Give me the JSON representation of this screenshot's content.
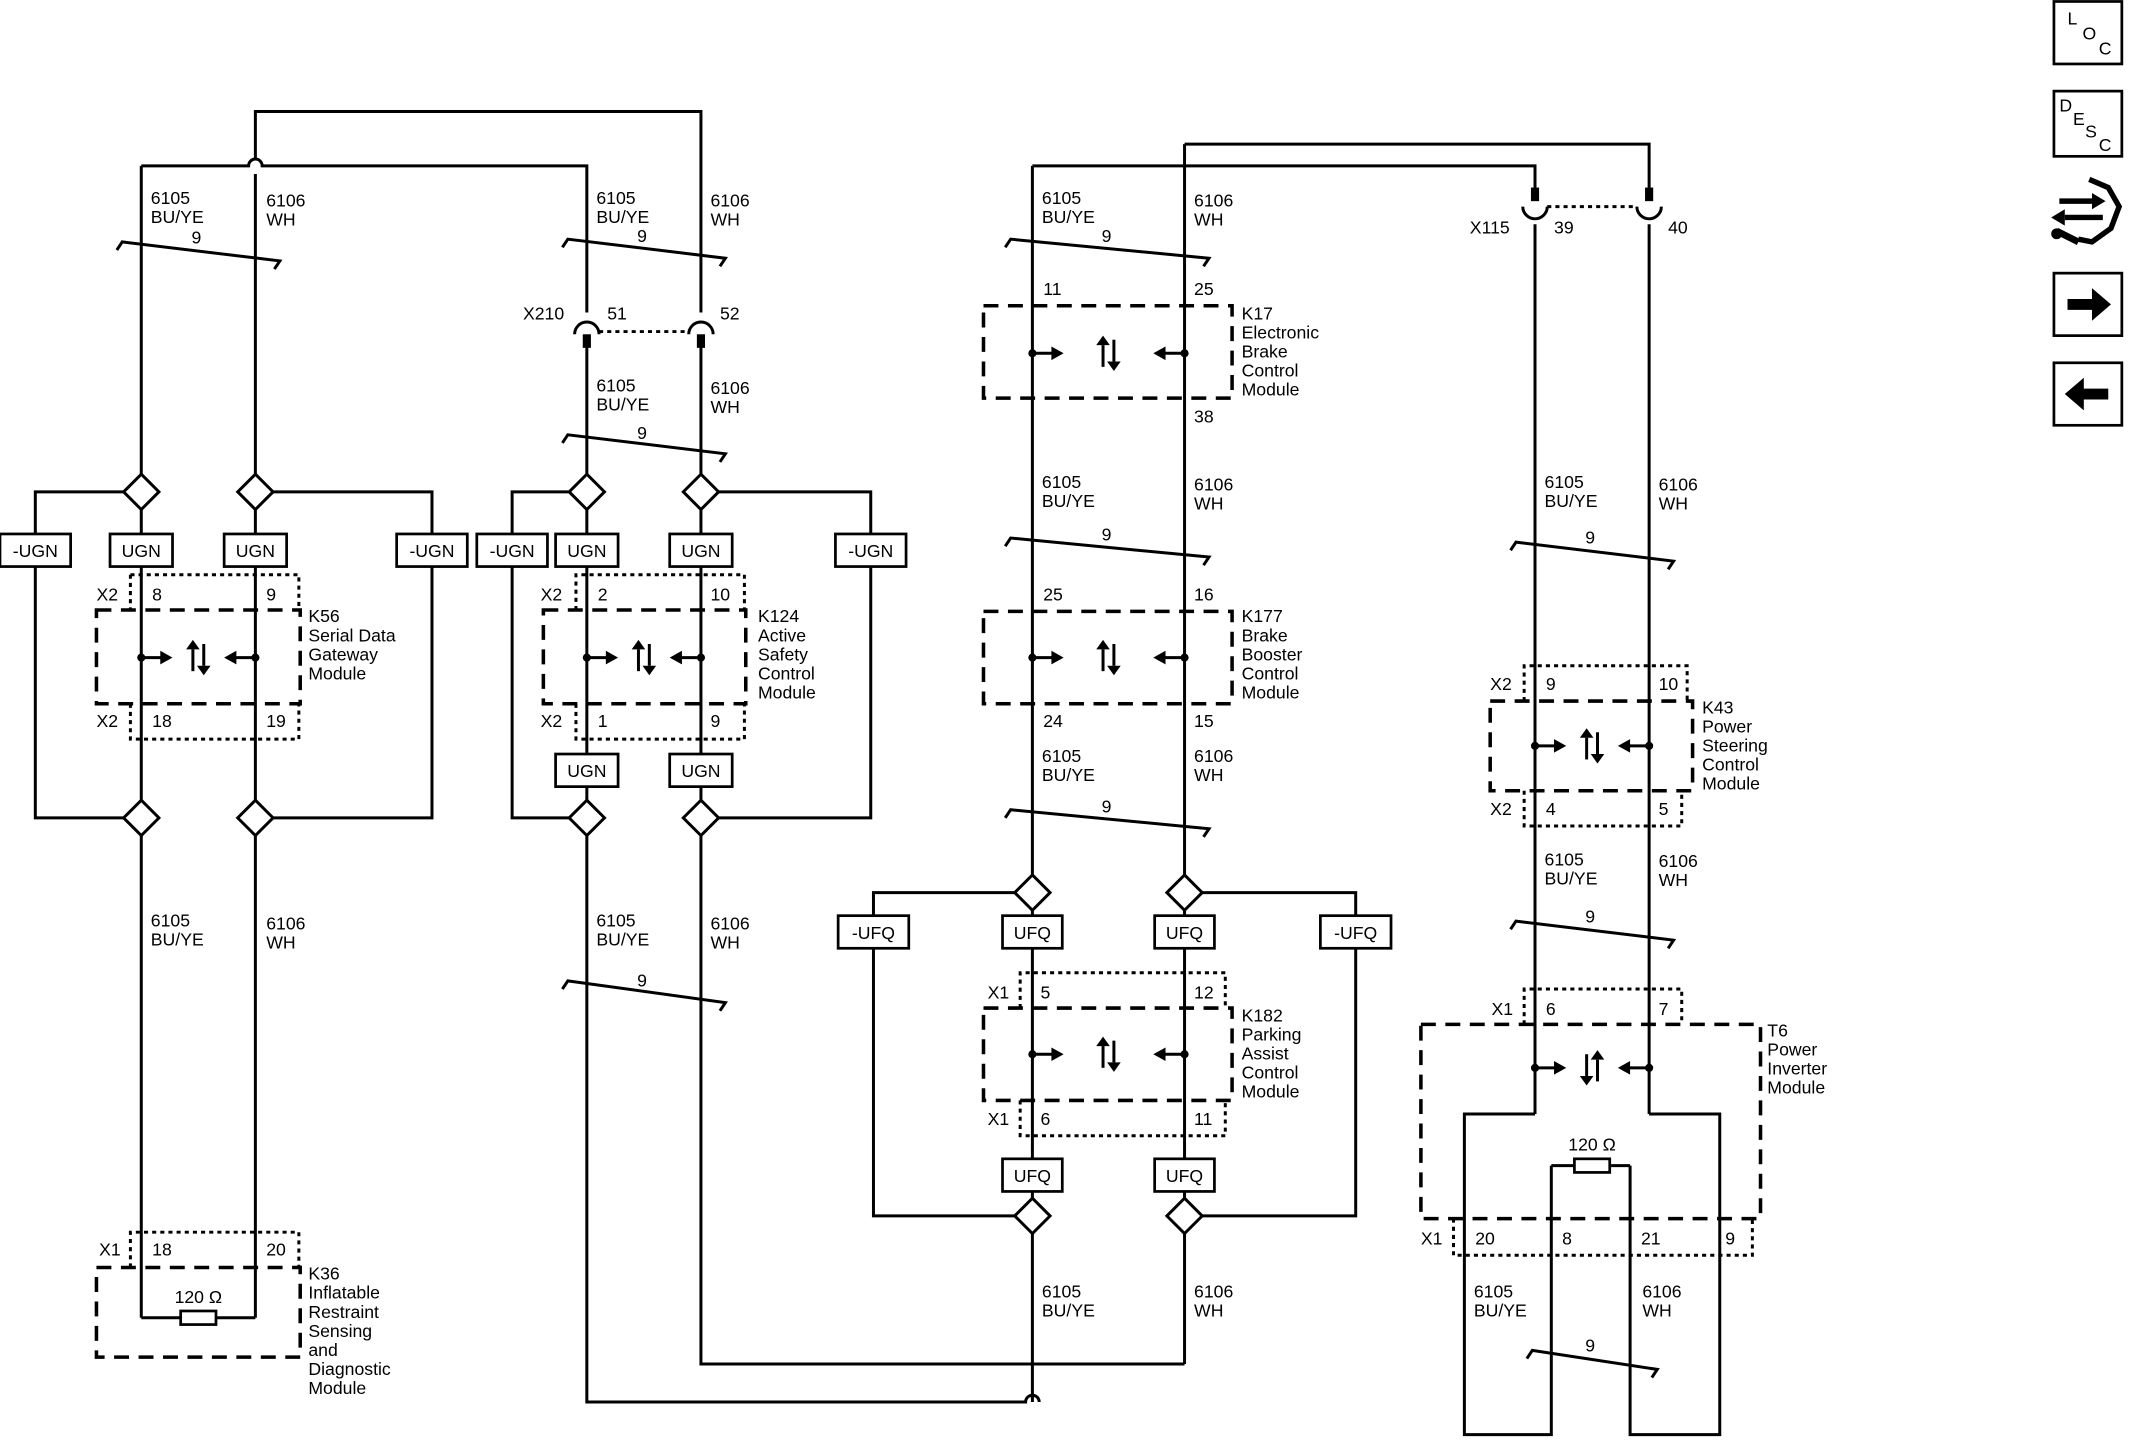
{
  "circuits": {
    "c6105": "6105",
    "c6106": "6106",
    "bu_ye": "BU/YE",
    "wh": "WH",
    "twist": "9"
  },
  "connectors": {
    "x210": {
      "name": "X210",
      "pin_a": "51",
      "pin_b": "52"
    },
    "x115": {
      "name": "X115",
      "pin_a": "39",
      "pin_b": "40"
    },
    "x1": "X1",
    "x2": "X2"
  },
  "splices": {
    "ugn": "UGN",
    "neg_ugn": "-UGN",
    "ufq": "UFQ",
    "neg_ufq": "-UFQ"
  },
  "resistor": "120 Ω",
  "modules": {
    "k56": {
      "ref": "K56",
      "l1": "Serial Data",
      "l2": "Gateway",
      "l3": "Module",
      "p_top_a": "8",
      "p_top_b": "9",
      "p_bot_a": "18",
      "p_bot_b": "19"
    },
    "k36": {
      "ref": "K36",
      "l1": "Inflatable",
      "l2": "Restraint",
      "l3": "Sensing",
      "l4": "and",
      "l5": "Diagnostic",
      "l6": "Module",
      "p_a": "18",
      "p_b": "20"
    },
    "k124": {
      "ref": "K124",
      "l1": "Active",
      "l2": "Safety",
      "l3": "Control",
      "l4": "Module",
      "p_top_a": "2",
      "p_top_b": "10",
      "p_bot_a": "1",
      "p_bot_b": "9"
    },
    "k17": {
      "ref": "K17",
      "l1": "Electronic",
      "l2": "Brake",
      "l3": "Control",
      "l4": "Module",
      "p_top_a": "11",
      "p_top_b": "25",
      "p_bot_b": "38"
    },
    "k177": {
      "ref": "K177",
      "l1": "Brake",
      "l2": "Booster",
      "l3": "Control",
      "l4": "Module",
      "p_top_a": "25",
      "p_top_b": "16",
      "p_bot_a": "24",
      "p_bot_b": "15"
    },
    "k182": {
      "ref": "K182",
      "l1": "Parking",
      "l2": "Assist",
      "l3": "Control",
      "l4": "Module",
      "p_top_a": "5",
      "p_top_b": "12",
      "p_bot_a": "6",
      "p_bot_b": "11"
    },
    "k43": {
      "ref": "K43",
      "l1": "Power",
      "l2": "Steering",
      "l3": "Control",
      "l4": "Module",
      "p_top_a": "9",
      "p_top_b": "10",
      "p_bot_a": "4",
      "p_bot_b": "5"
    },
    "t6": {
      "ref": "T6",
      "l1": "Power",
      "l2": "Inverter",
      "l3": "Module",
      "p_top_a": "6",
      "p_top_b": "7",
      "p_b1": "20",
      "p_b2": "8",
      "p_b3": "21",
      "p_b4": "9"
    }
  },
  "nav": {
    "loc": {
      "l": "L",
      "o": "O",
      "c": "C"
    },
    "desc": {
      "d": "D",
      "e": "E",
      "s": "S",
      "c": "C"
    },
    "icons": [
      "loc-icon",
      "desc-icon",
      "connector-pinout-icon",
      "next-arrow-icon",
      "previous-arrow-icon"
    ]
  }
}
